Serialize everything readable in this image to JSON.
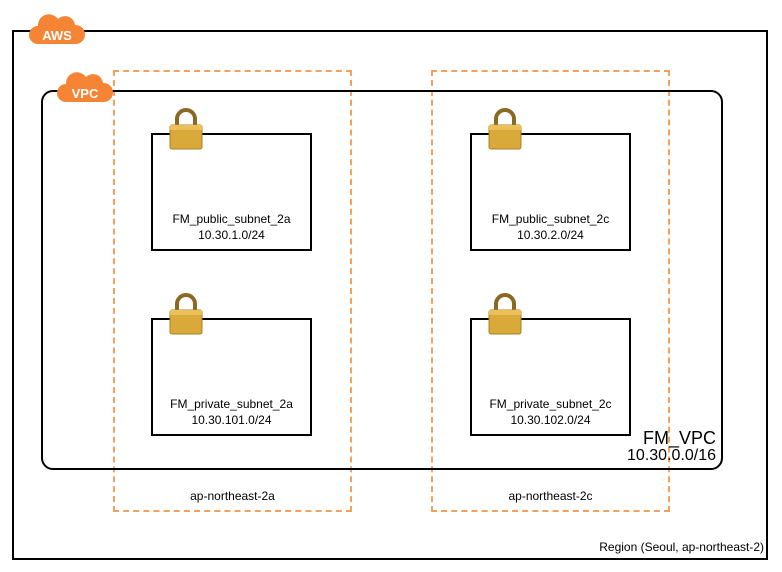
{
  "badges": {
    "aws": "AWS",
    "vpc": "VPC"
  },
  "region": {
    "label": "Region (Seoul, ap-northeast-2)"
  },
  "vpc": {
    "name": "FM_VPC",
    "cidr": "10.30.0.0/16"
  },
  "availability_zones": [
    {
      "label": "ap-northeast-2a"
    },
    {
      "label": "ap-northeast-2c"
    }
  ],
  "subnets": {
    "public_a": {
      "name": "FM_public_subnet_2a",
      "cidr": "10.30.1.0/24"
    },
    "public_c": {
      "name": "FM_public_subnet_2c",
      "cidr": "10.30.2.0/24"
    },
    "private_a": {
      "name": "FM_private_subnet_2a",
      "cidr": "10.30.101.0/24"
    },
    "private_c": {
      "name": "FM_private_subnet_2c",
      "cidr": "10.30.102.0/24"
    }
  },
  "colors": {
    "cloud_orange": "#f58534",
    "az_dashed": "#f5a05c",
    "lock_gold": "#d9a93a",
    "lock_shackle": "#8a6a22"
  },
  "icons": {
    "cloud": "cloud-icon",
    "lock": "lock-icon"
  }
}
